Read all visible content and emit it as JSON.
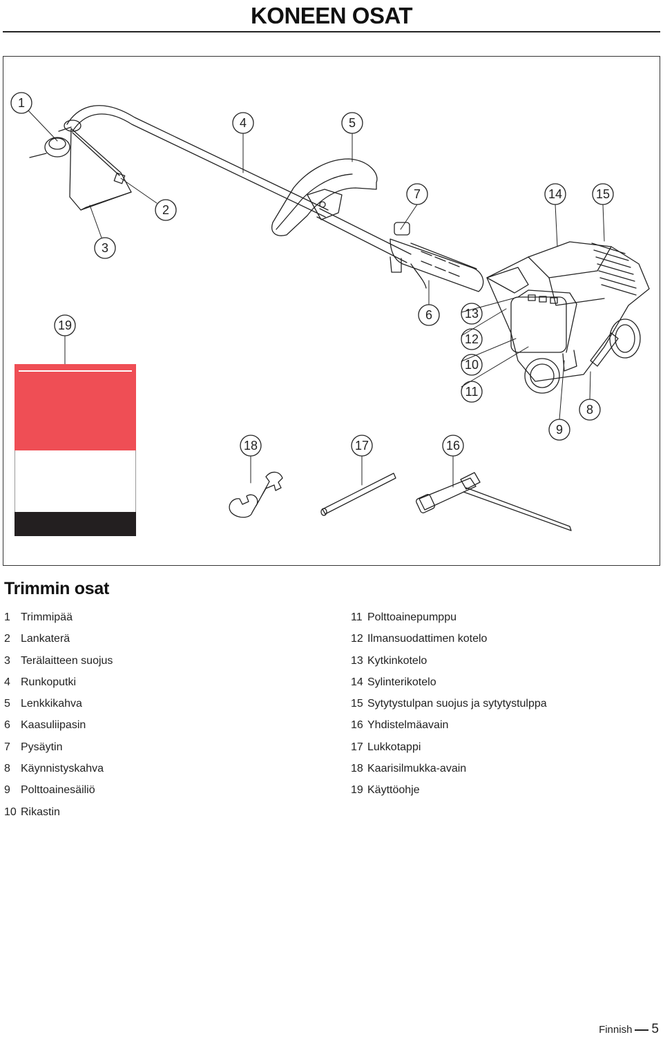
{
  "page": {
    "title": "KONEEN OSAT"
  },
  "figure": {
    "callouts": [
      "1",
      "2",
      "3",
      "4",
      "5",
      "6",
      "7",
      "8",
      "9",
      "10",
      "11",
      "12",
      "13",
      "14",
      "15",
      "16",
      "17",
      "18",
      "19"
    ],
    "manual_cover_colors": {
      "top": "#ef4e55",
      "middle": "#ffffff",
      "bottom": "#231f20"
    }
  },
  "parts_section": {
    "heading": "Trimmin osat",
    "left_column": [
      {
        "num": "1",
        "name": "Trimmipää"
      },
      {
        "num": "2",
        "name": "Lankaterä"
      },
      {
        "num": "3",
        "name": "Terälaitteen suojus"
      },
      {
        "num": "4",
        "name": "Runkoputki"
      },
      {
        "num": "5",
        "name": "Lenkkikahva"
      },
      {
        "num": "6",
        "name": "Kaasuliipasin"
      },
      {
        "num": "7",
        "name": "Pysäytin"
      },
      {
        "num": "8",
        "name": "Käynnistyskahva"
      },
      {
        "num": "9",
        "name": "Polttoainesäiliö"
      },
      {
        "num": "10",
        "name": "Rikastin"
      }
    ],
    "right_column": [
      {
        "num": "11",
        "name": "Polttoainepumppu"
      },
      {
        "num": "12",
        "name": "Ilmansuodattimen kotelo"
      },
      {
        "num": "13",
        "name": "Kytkinkotelo"
      },
      {
        "num": "14",
        "name": "Sylinterikotelo"
      },
      {
        "num": "15",
        "name": "Sytytystulpan suojus ja sytytystulppa"
      },
      {
        "num": "16",
        "name": "Yhdistelmäavain"
      },
      {
        "num": "17",
        "name": "Lukkotappi"
      },
      {
        "num": "18",
        "name": "Kaarisilmukka-avain"
      },
      {
        "num": "19",
        "name": "Käyttöohje"
      }
    ]
  },
  "footer": {
    "language": "Finnish",
    "page_number": "5"
  }
}
